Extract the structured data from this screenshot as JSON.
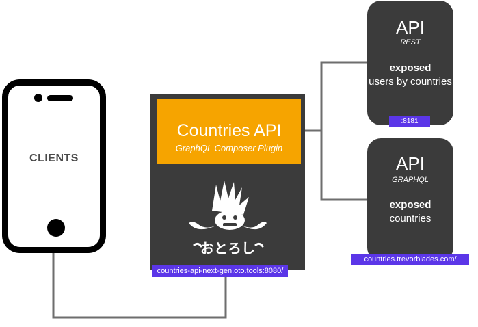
{
  "client": {
    "label": "CLIENTS"
  },
  "gateway": {
    "title": "Countries API",
    "subtitle": "GraphQL Composer Plugin",
    "logo_text": "おとろし",
    "url": "countries-api-next-gen.oto.tools:8080/"
  },
  "apis": [
    {
      "name": "API",
      "kind": "REST",
      "desc_bold": "exposed",
      "desc_rest": "users by countries",
      "url": ":8181"
    },
    {
      "name": "API",
      "kind": "GRAPHQL",
      "desc_bold": "exposed",
      "desc_rest": "countries",
      "url": "countries.trevorblades.com/"
    }
  ],
  "colors": {
    "box": "#3b3b3b",
    "accent_orange": "#f6a400",
    "url_badge": "#5b36e8",
    "wire": "#6e6e6e"
  }
}
